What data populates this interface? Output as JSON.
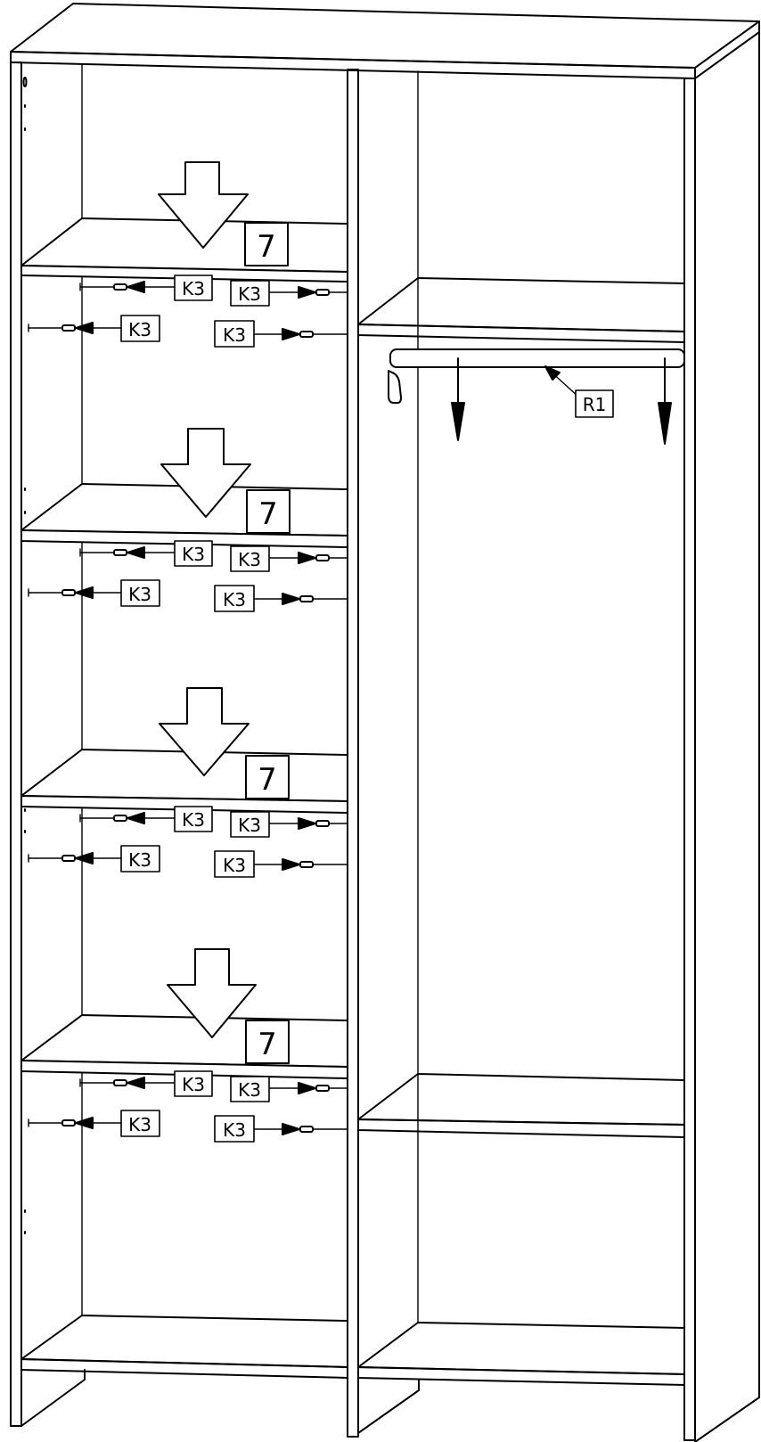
{
  "labels": {
    "shelf_part": "7",
    "shelf_pin": "K3",
    "rail": "R1"
  }
}
